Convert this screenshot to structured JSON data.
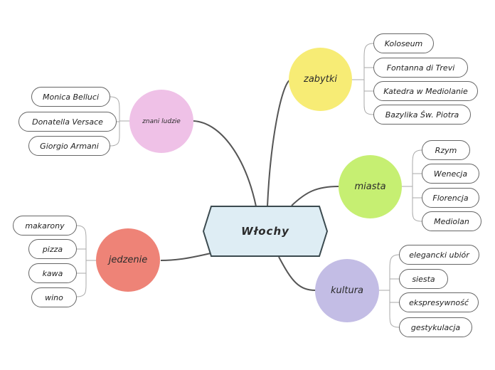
{
  "center": {
    "label": "Włochy"
  },
  "branches": {
    "zabytki": {
      "label": "zabytki",
      "color": "#f7ec75",
      "items": [
        "Koloseum",
        "Fontanna di Trevi",
        "Katedra w Mediolanie",
        "Bazylika Św. Piotra"
      ]
    },
    "miasta": {
      "label": "miasta",
      "color": "#c6ef72",
      "items": [
        "Rzym",
        "Wenecja",
        "Florencja",
        "Mediolan"
      ]
    },
    "kultura": {
      "label": "kultura",
      "color": "#c3bde5",
      "items": [
        "elegancki ubiór",
        "siesta",
        "ekspresywność",
        "gestykulacja"
      ]
    },
    "znani_ludzie": {
      "label": "znani ludzie",
      "color": "#efc1e7",
      "items": [
        "Monica Belluci",
        "Donatella Versace",
        "Giorgio Armani"
      ]
    },
    "jedzenie": {
      "label": "jedzenie",
      "color": "#ee8377",
      "items": [
        "makarony",
        "pizza",
        "kawa",
        "wino"
      ]
    }
  },
  "colors": {
    "center_fill": "#deedf4",
    "center_stroke": "#3b4a4f",
    "connector": "#555555",
    "leaf_border": "#666666"
  }
}
